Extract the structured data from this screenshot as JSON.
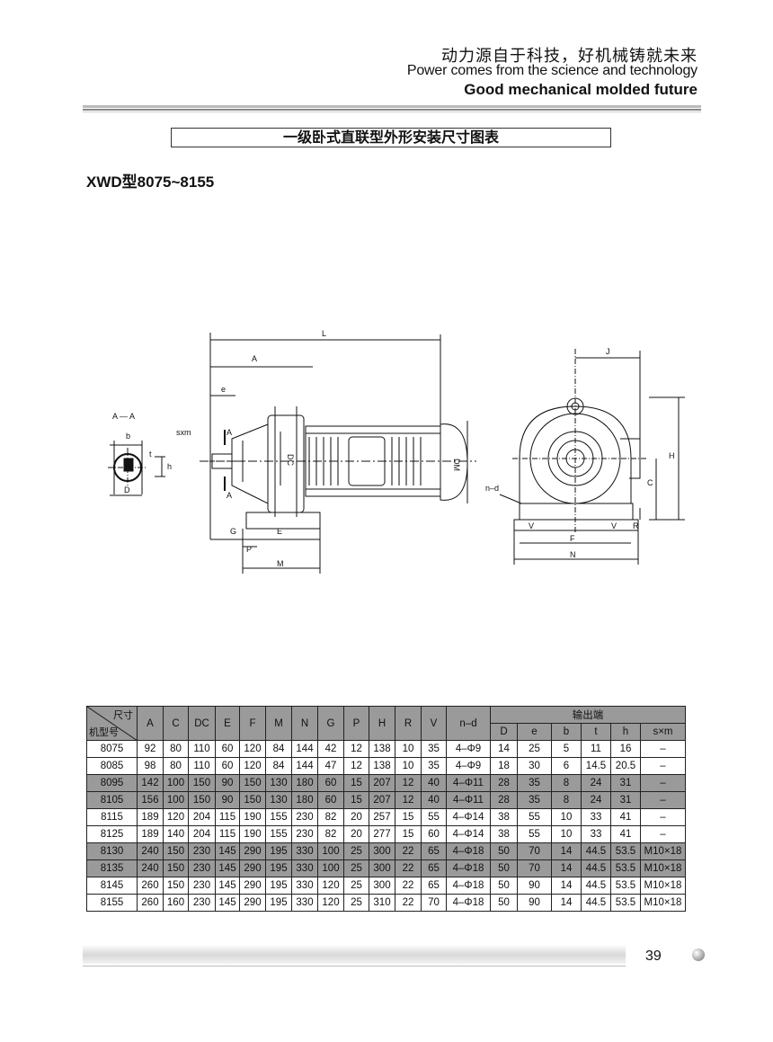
{
  "header": {
    "tagline_cn": "动力源自于科技，好机械铸就未来",
    "tagline_en": "Power comes from the science and technology",
    "tagline_bold": "Good mechanical molded future"
  },
  "title": "一级卧式直联型外形安装尺寸图表",
  "model_range": "XWD型8075~8155",
  "drawing_labels": {
    "section": "A — A",
    "b": "b",
    "h": "h",
    "t": "t",
    "D": "D",
    "sxm": "sxm",
    "A_top": "A",
    "A_bottom": "A",
    "L": "L",
    "A_dim": "A",
    "e": "e",
    "DC": "DC",
    "DM": "DM",
    "G": "G",
    "E": "E",
    "P": "P",
    "M": "M",
    "J": "J",
    "H": "H",
    "C": "C",
    "R": "R",
    "nd": "n–d",
    "V1": "V",
    "V2": "V",
    "F": "F",
    "N": "N"
  },
  "table": {
    "corner_top": "尺寸",
    "corner_bottom": "机型号",
    "output_group": "输出端",
    "columns": [
      "A",
      "C",
      "DC",
      "E",
      "F",
      "M",
      "N",
      "G",
      "P",
      "H",
      "R",
      "V",
      "n–d"
    ],
    "output_columns": [
      "D",
      "e",
      "b",
      "t",
      "h",
      "s×m"
    ],
    "rows": [
      {
        "model": "8075",
        "v": [
          "92",
          "80",
          "110",
          "60",
          "120",
          "84",
          "144",
          "42",
          "12",
          "138",
          "10",
          "35",
          "4–Φ9"
        ],
        "o": [
          "14",
          "25",
          "5",
          "11",
          "16",
          "–"
        ],
        "shade": false
      },
      {
        "model": "8085",
        "v": [
          "98",
          "80",
          "110",
          "60",
          "120",
          "84",
          "144",
          "47",
          "12",
          "138",
          "10",
          "35",
          "4–Φ9"
        ],
        "o": [
          "18",
          "30",
          "6",
          "14.5",
          "20.5",
          "–"
        ],
        "shade": false
      },
      {
        "model": "8095",
        "v": [
          "142",
          "100",
          "150",
          "90",
          "150",
          "130",
          "180",
          "60",
          "15",
          "207",
          "12",
          "40",
          "4–Φ11"
        ],
        "o": [
          "28",
          "35",
          "8",
          "24",
          "31",
          "–"
        ],
        "shade": true
      },
      {
        "model": "8105",
        "v": [
          "156",
          "100",
          "150",
          "90",
          "150",
          "130",
          "180",
          "60",
          "15",
          "207",
          "12",
          "40",
          "4–Φ11"
        ],
        "o": [
          "28",
          "35",
          "8",
          "24",
          "31",
          "–"
        ],
        "shade": true
      },
      {
        "model": "8115",
        "v": [
          "189",
          "120",
          "204",
          "115",
          "190",
          "155",
          "230",
          "82",
          "20",
          "257",
          "15",
          "55",
          "4–Φ14"
        ],
        "o": [
          "38",
          "55",
          "10",
          "33",
          "41",
          "–"
        ],
        "shade": false
      },
      {
        "model": "8125",
        "v": [
          "189",
          "140",
          "204",
          "115",
          "190",
          "155",
          "230",
          "82",
          "20",
          "277",
          "15",
          "60",
          "4–Φ14"
        ],
        "o": [
          "38",
          "55",
          "10",
          "33",
          "41",
          "–"
        ],
        "shade": false
      },
      {
        "model": "8130",
        "v": [
          "240",
          "150",
          "230",
          "145",
          "290",
          "195",
          "330",
          "100",
          "25",
          "300",
          "22",
          "65",
          "4–Φ18"
        ],
        "o": [
          "50",
          "70",
          "14",
          "44.5",
          "53.5",
          "M10×18"
        ],
        "shade": true
      },
      {
        "model": "8135",
        "v": [
          "240",
          "150",
          "230",
          "145",
          "290",
          "195",
          "330",
          "100",
          "25",
          "300",
          "22",
          "65",
          "4–Φ18"
        ],
        "o": [
          "50",
          "70",
          "14",
          "44.5",
          "53.5",
          "M10×18"
        ],
        "shade": true
      },
      {
        "model": "8145",
        "v": [
          "260",
          "150",
          "230",
          "145",
          "290",
          "195",
          "330",
          "120",
          "25",
          "300",
          "22",
          "65",
          "4–Φ18"
        ],
        "o": [
          "50",
          "90",
          "14",
          "44.5",
          "53.5",
          "M10×18"
        ],
        "shade": false
      },
      {
        "model": "8155",
        "v": [
          "260",
          "160",
          "230",
          "145",
          "290",
          "195",
          "330",
          "120",
          "25",
          "310",
          "22",
          "70",
          "4–Φ18"
        ],
        "o": [
          "50",
          "90",
          "14",
          "44.5",
          "53.5",
          "M10×18"
        ],
        "shade": false
      }
    ]
  },
  "footer": {
    "page_number": "39"
  }
}
